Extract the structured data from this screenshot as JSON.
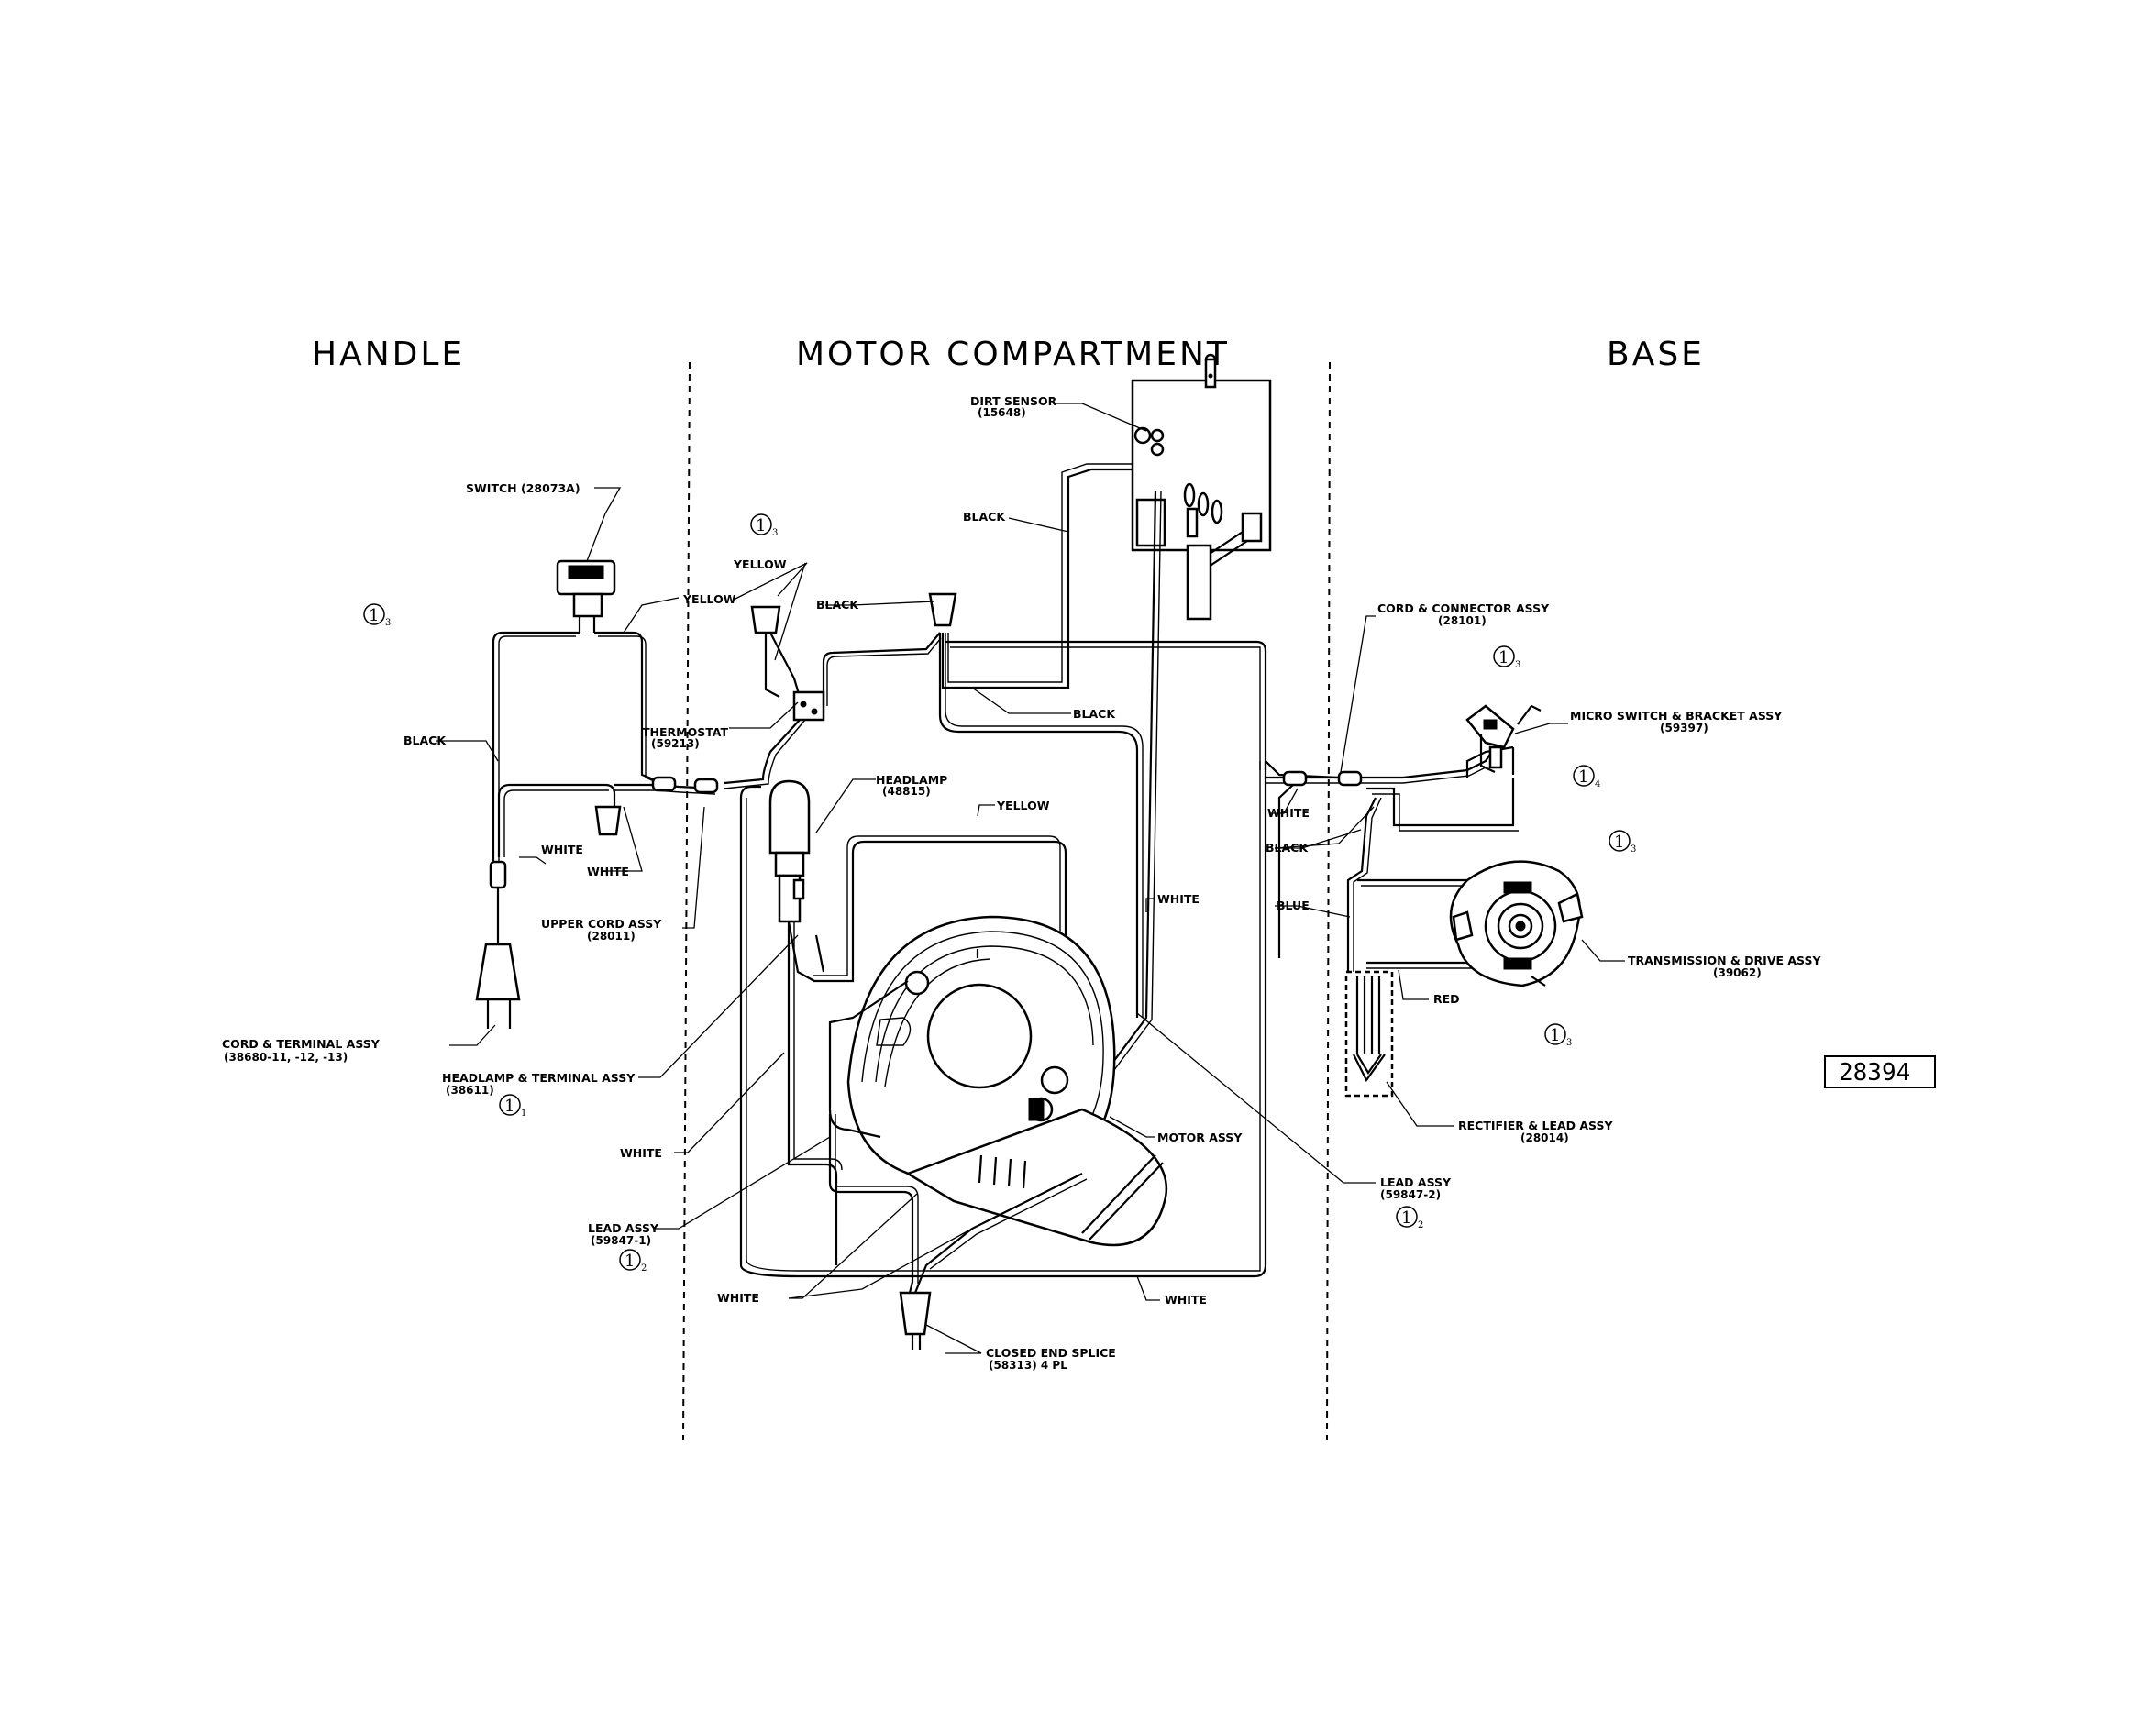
{
  "sections": {
    "handle": "HANDLE",
    "motor": "MOTOR COMPARTMENT",
    "base": "BASE"
  },
  "labels": {
    "switch": "SWITCH (28073A)",
    "yellow_handle": "YELLOW",
    "black_handle": "BLACK",
    "white_1": "WHITE",
    "white_2": "WHITE",
    "upper_cord": "UPPER CORD ASSY",
    "upper_cord_pn": "(28011)",
    "cord_terminal": "CORD & TERMINAL ASSY",
    "cord_terminal_pn": "(38680-11, -12, -13)",
    "headlamp_terminal": "HEADLAMP & TERMINAL ASSY",
    "headlamp_terminal_pn": "(38611)",
    "yellow_top": "YELLOW",
    "black_top": "BLACK",
    "thermostat": "THERMOSTAT",
    "thermostat_pn": "(59213)",
    "dirt_sensor": "DIRT SENSOR",
    "dirt_sensor_pn": "(15648)",
    "black_sensor": "BLACK",
    "black_mid": "BLACK",
    "headlamp": "HEADLAMP",
    "headlamp_pn": "(48815)",
    "yellow_mid": "YELLOW",
    "white_right": "WHITE",
    "white_left": "WHITE",
    "motor_assy": "MOTOR ASSY",
    "lead_assy_1": "LEAD ASSY",
    "lead_assy_1_pn": "(59847-1)",
    "lead_assy_2": "LEAD ASSY",
    "lead_assy_2_pn": "(59847-2)",
    "white_bottom_left": "WHITE",
    "white_bottom_right": "WHITE",
    "splice": "CLOSED END SPLICE",
    "splice_pn": "(58313) 4 PL",
    "cord_connector": "CORD & CONNECTOR ASSY",
    "cord_connector_pn": "(28101)",
    "micro_switch": "MICRO SWITCH & BRACKET ASSY",
    "micro_switch_pn": "(59397)",
    "white_base": "WHITE",
    "black_base": "BLACK",
    "blue_base": "BLUE",
    "red_base": "RED",
    "transmission": "TRANSMISSION & DRIVE ASSY",
    "transmission_pn": "(39062)",
    "rectifier": "RECTIFIER & LEAD ASSY",
    "rectifier_pn": "(28014)"
  },
  "notes": [
    {
      "num": "1",
      "sub": "3"
    },
    {
      "num": "1",
      "sub": "3"
    },
    {
      "num": "1",
      "sub": "1"
    },
    {
      "num": "1",
      "sub": "2"
    },
    {
      "num": "1",
      "sub": "3"
    },
    {
      "num": "1",
      "sub": "4"
    },
    {
      "num": "1",
      "sub": "3"
    },
    {
      "num": "1",
      "sub": "3"
    },
    {
      "num": "1",
      "sub": "2"
    }
  ],
  "diagram_id": "28394"
}
